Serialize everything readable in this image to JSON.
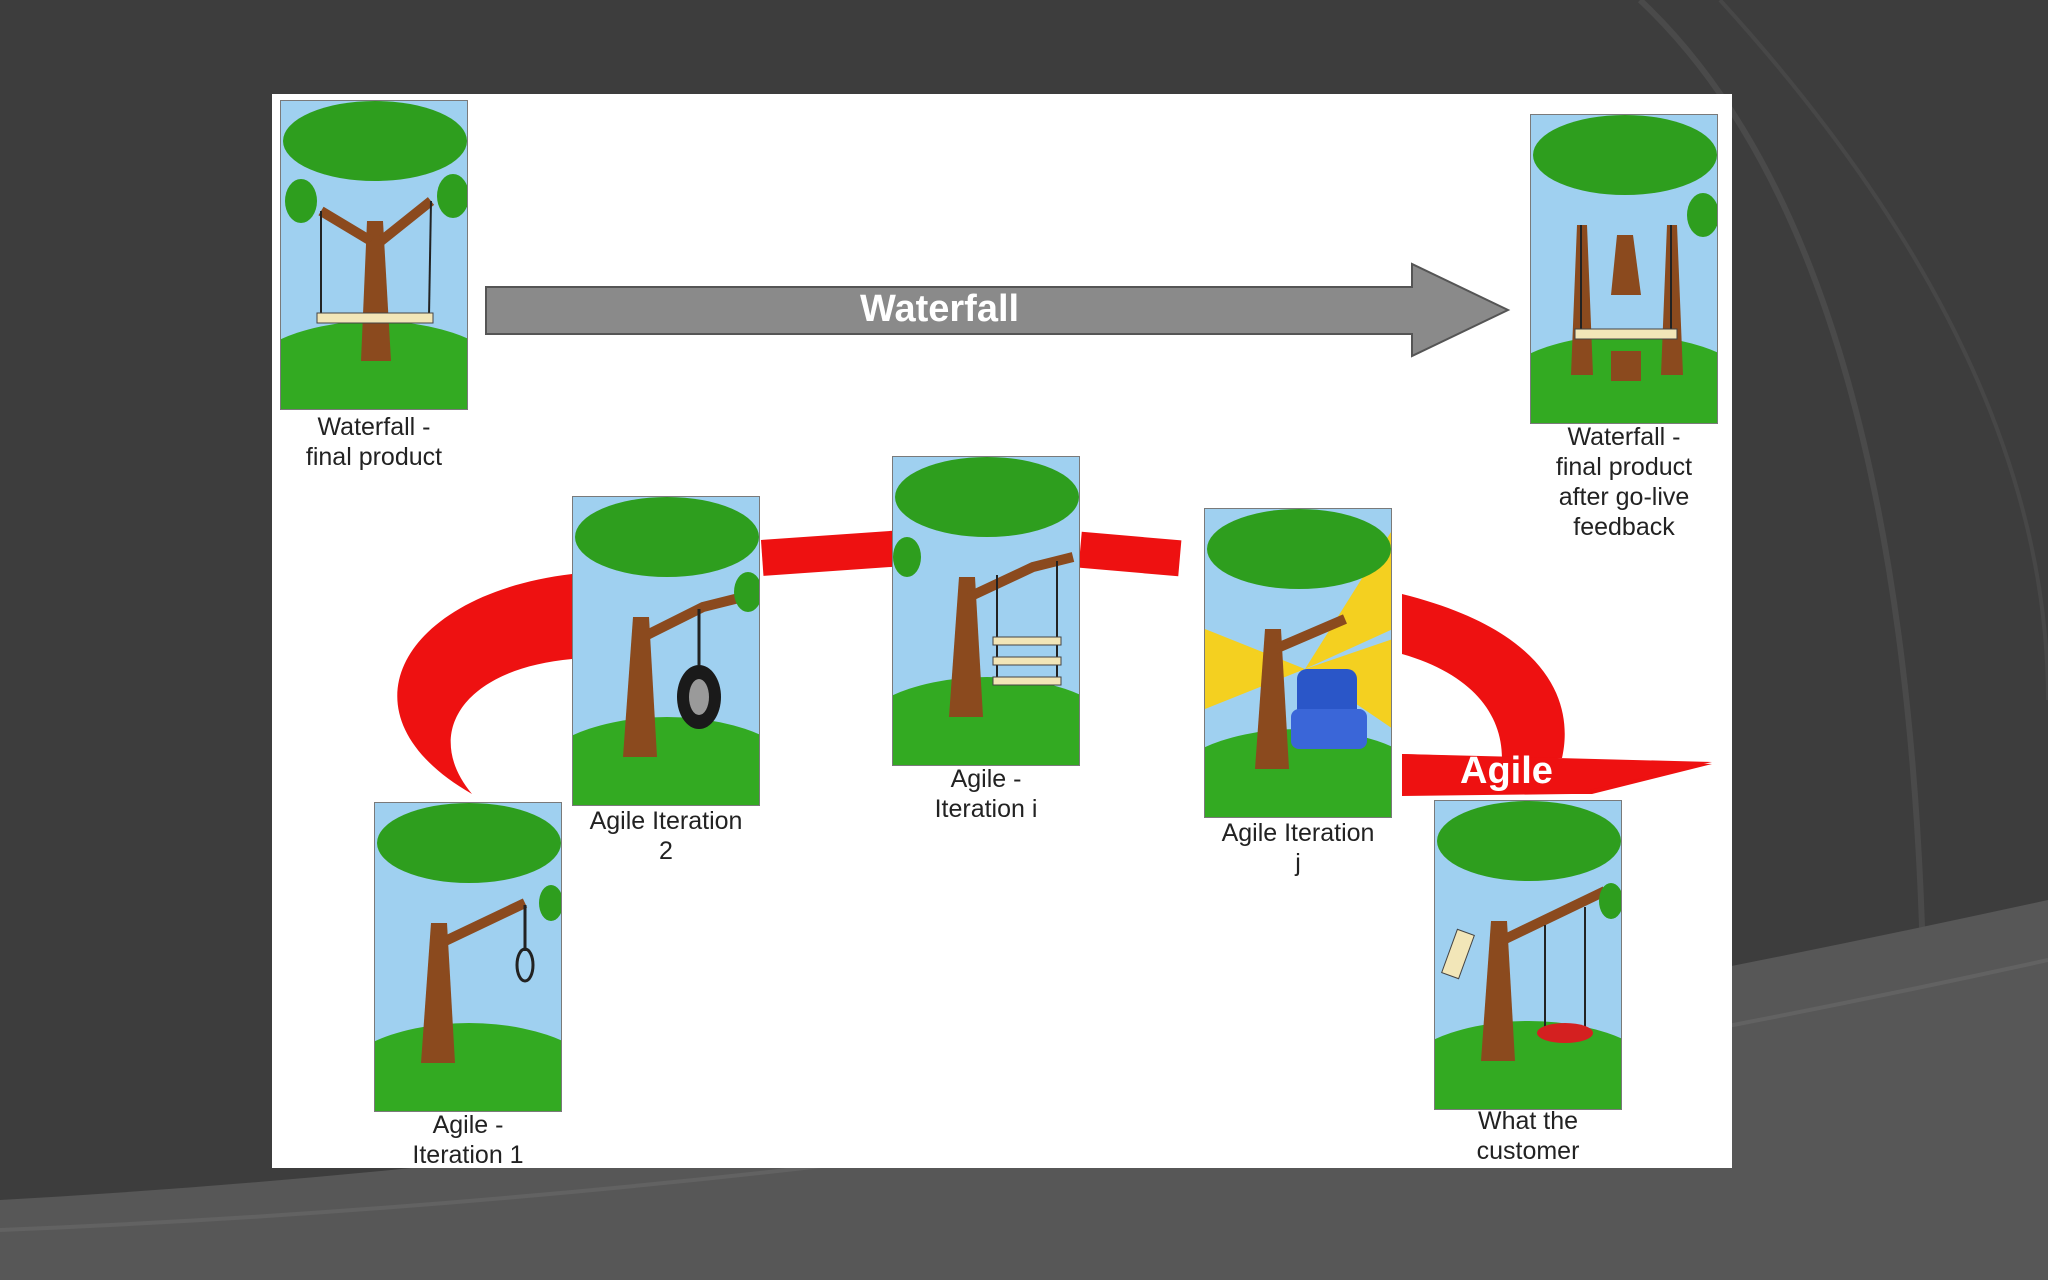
{
  "diagram": {
    "waterfall_label": "Waterfall",
    "agile_label": "Agile",
    "captions": {
      "waterfall_final_line1": "Waterfall -",
      "waterfall_final_line2": "final product",
      "waterfall_feedback_line1": "Waterfall -",
      "waterfall_feedback_line2": "final product",
      "waterfall_feedback_line3": "after go-live",
      "waterfall_feedback_line4": "feedback",
      "agile_iter1_line1": "Agile -",
      "agile_iter1_line2": "Iteration 1",
      "agile_iter2_line1": "Agile Iteration",
      "agile_iter2_line2": "2",
      "agile_iteri_line1": "Agile -",
      "agile_iteri_line2": "Iteration i",
      "agile_iterj_line1": "Agile Iteration",
      "agile_iterj_line2": "j",
      "customer_line1": "What the",
      "customer_line2": "customer"
    },
    "colors": {
      "waterfall_arrow": "#8a8a8a",
      "agile_arrow": "#ee1111",
      "sky": "#9fd0f0",
      "grass": "#33aa22",
      "trunk": "#8b4a1e",
      "foliage": "#2e9e1e"
    },
    "icons": [
      "tree-swing-icon",
      "tire-swing-icon",
      "noose-icon",
      "ladder-swing-icon",
      "armchair-icon"
    ]
  }
}
